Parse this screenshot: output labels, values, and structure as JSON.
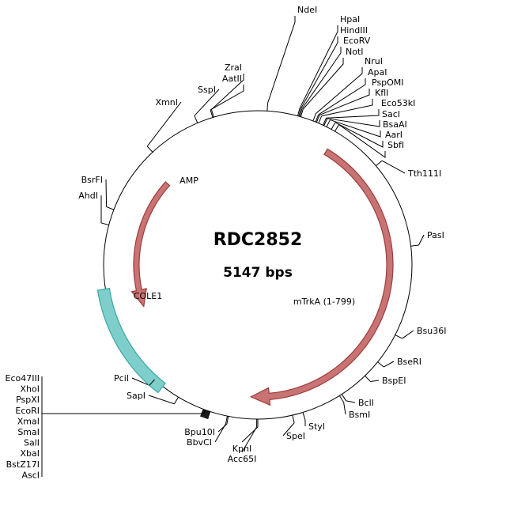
{
  "plasmid": {
    "name": "RDC2852",
    "size_label": "5147 bps",
    "length_bp": 5147
  },
  "colors": {
    "backbone": "#000000",
    "orf_fill": "#c97474",
    "orf_stroke": "#9e3b3b",
    "origin_fill": "#7ecfcb",
    "origin_stroke": "#3aa6a1"
  },
  "features": [
    {
      "key": "amp",
      "label": "AMP",
      "type": "orf",
      "direction": "ccw",
      "start_deg": 312,
      "end_deg": 250
    },
    {
      "key": "mtrka",
      "label": "mTrkA (1-799)",
      "type": "orf",
      "direction": "cw",
      "start_deg": 31,
      "end_deg": 183
    },
    {
      "key": "cole1",
      "label": "COLE1",
      "type": "origin",
      "start_deg": 261,
      "end_deg": 218
    }
  ],
  "sites": [
    {
      "name": "NdeI",
      "angle": 3.5
    },
    {
      "name": "HpaI",
      "angle": 15
    },
    {
      "name": "HindIII",
      "angle": 15.4
    },
    {
      "name": "EcoRV",
      "angle": 15.8
    },
    {
      "name": "NotI",
      "angle": 16.2
    },
    {
      "name": "NruI",
      "angle": 21
    },
    {
      "name": "ApaI",
      "angle": 22
    },
    {
      "name": "PspOMI",
      "angle": 22.4
    },
    {
      "name": "KflI",
      "angle": 23.2
    },
    {
      "name": "Eco53kI",
      "angle": 25
    },
    {
      "name": "SacI",
      "angle": 25.4
    },
    {
      "name": "BsaAI",
      "angle": 26.5
    },
    {
      "name": "AarI",
      "angle": 28.5
    },
    {
      "name": "SbfI",
      "angle": 30
    },
    {
      "name": "Tth111I",
      "angle": 50
    },
    {
      "name": "PasI",
      "angle": 83
    },
    {
      "name": "Bsu36I",
      "angle": 117
    },
    {
      "name": "BseRI",
      "angle": 129
    },
    {
      "name": "BspEI",
      "angle": 136
    },
    {
      "name": "BclI",
      "angle": 147
    },
    {
      "name": "BsmI",
      "angle": 148
    },
    {
      "name": "StyI",
      "angle": 163
    },
    {
      "name": "SpeI",
      "angle": 167
    },
    {
      "name": "KpnI",
      "angle": 180
    },
    {
      "name": "Acc65I",
      "angle": 180.4
    },
    {
      "name": "Bpu10I",
      "angle": 191
    },
    {
      "name": "BbvCI",
      "angle": 191.4
    },
    {
      "name": "Eco47III",
      "angle": 198.0
    },
    {
      "name": "XhoI",
      "angle": 198.3
    },
    {
      "name": "PspXI",
      "angle": 198.6
    },
    {
      "name": "EcoRI",
      "angle": 198.9
    },
    {
      "name": "XmaI",
      "angle": 199.2
    },
    {
      "name": "SmaI",
      "angle": 199.5
    },
    {
      "name": "SalI",
      "angle": 199.8
    },
    {
      "name": "XbaI",
      "angle": 200.1
    },
    {
      "name": "BstZ17I",
      "angle": 200.4
    },
    {
      "name": "AscI",
      "angle": 200.7
    },
    {
      "name": "SapI",
      "angle": 211
    },
    {
      "name": "PciI",
      "angle": 222
    },
    {
      "name": "AhdI",
      "angle": 285
    },
    {
      "name": "BsrFI",
      "angle": 291
    },
    {
      "name": "XmnI",
      "angle": 317
    },
    {
      "name": "SspI",
      "angle": 337
    },
    {
      "name": "AatII",
      "angle": 343
    },
    {
      "name": "ZraI",
      "angle": 343.4
    }
  ]
}
